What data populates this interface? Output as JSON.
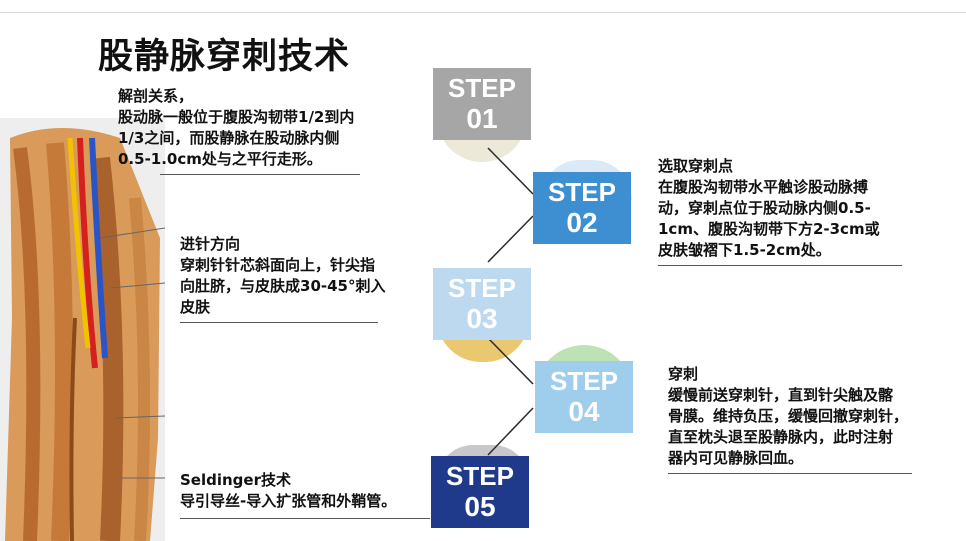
{
  "title": "股静脉穿刺技术",
  "steps": [
    {
      "word": "STEP",
      "num": "01",
      "color": "#a6a6a6"
    },
    {
      "word": "STEP",
      "num": "02",
      "color": "#3d8fd1"
    },
    {
      "word": "STEP",
      "num": "03",
      "color": "#bcd9ef"
    },
    {
      "word": "STEP",
      "num": "04",
      "color": "#9fcdec"
    },
    {
      "word": "STEP",
      "num": "05",
      "color": "#1f3a8a"
    }
  ],
  "blocks": {
    "b1": {
      "heading": "解剖关系，",
      "lines": [
        "股动脉一般位于腹股沟韧带1/2到内",
        "1/3之间，而股静脉在股动脉内侧",
        "0.5-1.0cm处与之平行走形。"
      ]
    },
    "b2": {
      "heading": "选取穿刺点",
      "lines": [
        "在腹股沟韧带水平触诊股动脉搏",
        "动，穿刺点位于股动脉内侧0.5-",
        "1cm、腹股沟韧带下方2-3cm或",
        "皮肤皱褶下1.5-2cm处。"
      ]
    },
    "b3": {
      "heading": "进针方向",
      "lines": [
        "穿刺针针芯斜面向上，针尖指",
        "向肚脐，与皮肤成30-45°刺入",
        "皮肤"
      ]
    },
    "b4": {
      "heading": "穿刺",
      "lines": [
        "缓慢前送穿刺针，直到针尖触及髂",
        "骨膜。维持负压，缓慢回撤穿刺针，",
        "直至枕头退至股静脉内，此时注射",
        "器内可见静脉回血。"
      ]
    },
    "b5": {
      "heading": "Seldinger技术",
      "lines": [
        "导引导丝-导入扩张管和外鞘管。"
      ]
    }
  }
}
